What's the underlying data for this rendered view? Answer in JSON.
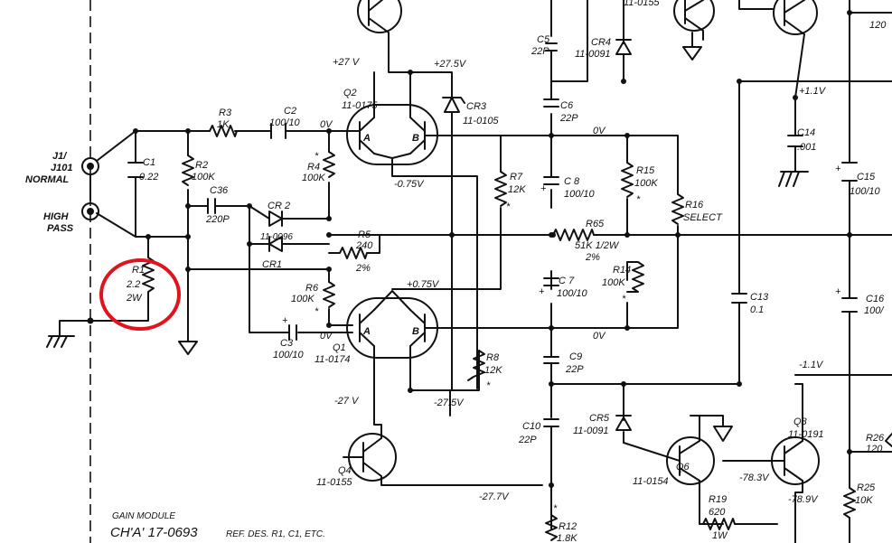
{
  "labels": {
    "j1": "J1/",
    "j101": "J101",
    "normal": "NORMAL",
    "high": "HIGH",
    "pass": "PASS",
    "c1": "C1",
    "c1v": "0.22",
    "r2": "R2",
    "r2v": "100K",
    "r3": "R3",
    "r3v": "1K",
    "c36": "C36",
    "c36v": "220P",
    "c2": "C2",
    "c2v": "100/10",
    "cr2": "CR 2",
    "cr2p": "11-0096",
    "cr1": "CR1",
    "r1": "R1",
    "r1v": "2.2",
    "r1w": "2W",
    "r4": "R4",
    "r4v": "100K",
    "r5": "R5",
    "r5v": "240",
    "r5t": "2%",
    "r6": "R6",
    "r6v": "100K",
    "c3": "C3",
    "c3v": "100/10",
    "q2": "Q2",
    "q2p": "11-0175",
    "q1": "Q1",
    "q1p": "11-0174",
    "a": "A",
    "b": "B",
    "v_0": "0V",
    "v_p27": "+27 V",
    "v_p275": "+27.5V",
    "v_n075": "-0.75V",
    "v_p075": "+0.75V",
    "v_n27": "-27 V",
    "v_n275": "-27.5V",
    "v_n277": "-27.7V",
    "v_p11": "+1.1V",
    "v_n11": "-1.1V",
    "v_n783": "-78.3V",
    "v_n789": "-78.9V",
    "cr3": "CR3",
    "cr3p": "11-0105",
    "r7": "R7",
    "r7v": "12K",
    "r8": "R8",
    "r8v": "12K",
    "q4": "Q4",
    "q4p": "11-0155",
    "q3p": "11-0155",
    "c5": "C5",
    "c5v": "22P",
    "cr4": "CR4",
    "cr4p": "11-0091",
    "c6": "C6",
    "c6v": "22P",
    "c8": "C 8",
    "c8v": "100/10",
    "r15": "R15",
    "r15v": "100K",
    "r16": "R16",
    "r16v": "SELECT",
    "r65": "R65",
    "r65v": "51K 1/2W",
    "r65t": "2%",
    "c7": "C 7",
    "c7v": "100/10",
    "r14": "R14",
    "r14v": "100K",
    "c9": "C9",
    "c9v": "22P",
    "c10": "C10",
    "c10v": "22P",
    "cr5": "CR5",
    "cr5p": "11-0091",
    "c13": "C13",
    "c13v": "0.1",
    "c14": "C14",
    "c14v": ".001",
    "c15": "C15",
    "c15v": "100/10",
    "c16": "C16",
    "c16v": "100/",
    "q6": "Q6",
    "q6p": "11-0154",
    "q8": "Q8",
    "q8p": "11-0191",
    "r19": "R19",
    "r19v": "620",
    "r19w": "1W",
    "r12": "R12",
    "r12v": "1.8K",
    "r25": "R25",
    "r25v": "10K",
    "r26": "R26",
    "r26v": "120",
    "r27v": "120",
    "star": "*",
    "gain1": "GAIN MODULE",
    "gain2": "CH'A' 17-0693",
    "ref": "REF. DES. R1, C1, ETC."
  }
}
